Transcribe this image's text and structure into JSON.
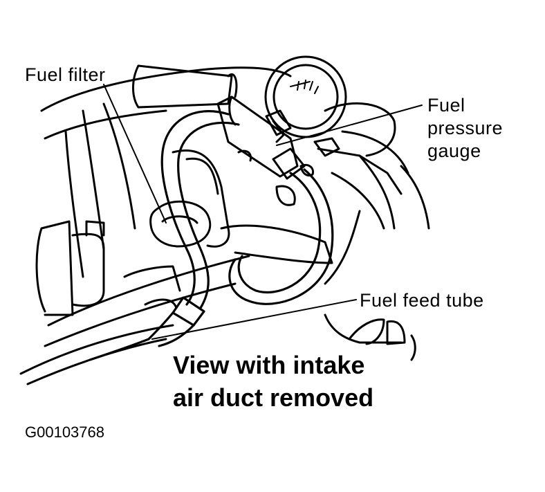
{
  "labels": {
    "fuel_filter": "Fuel filter",
    "fuel_pressure_gauge": [
      "Fuel",
      "pressure",
      "gauge"
    ],
    "fuel_feed_tube": "Fuel feed tube"
  },
  "caption": [
    "View with intake",
    "air duct removed"
  ],
  "figure_id": "G00103768",
  "colors": {
    "ink": "#000000",
    "paper": "#ffffff"
  }
}
